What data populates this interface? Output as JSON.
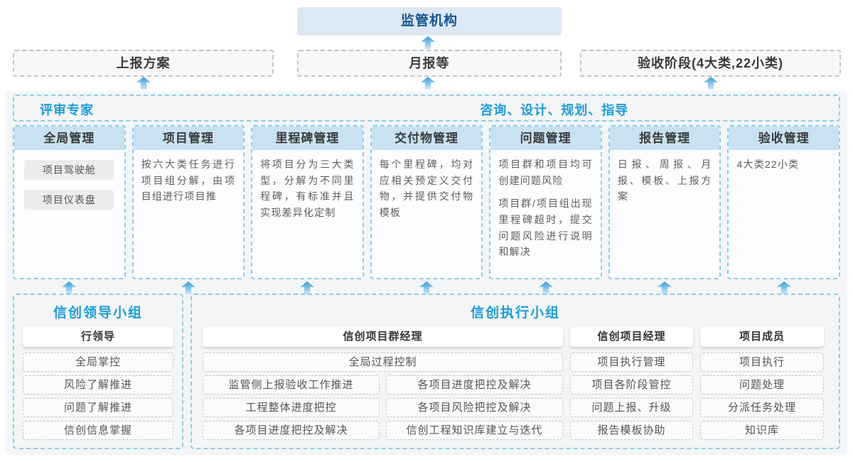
{
  "colors": {
    "accent_blue": "#1e9cd7",
    "regulator_bg": "#dce8f4",
    "regulator_text": "#15568d",
    "module_header_bg": "#c9e2f2",
    "dashed_blue_border": "#8fcbea",
    "arrow_gradient_top": "#3b9ad6",
    "arrow_gradient_bottom": "#cfe9f8"
  },
  "icons": {
    "flow_arrow": "up-arrow"
  },
  "top": {
    "regulator_label": "监管机构",
    "channels": [
      {
        "label": "上报方案"
      },
      {
        "label": "月报等"
      },
      {
        "label": "验收阶段(4大类,22小类)"
      }
    ]
  },
  "platform": {
    "experts_label": "评审专家",
    "advisory_label": "咨询、设计、规划、指导",
    "modules": [
      {
        "title": "全局管理",
        "chips": [
          "项目驾驶舱",
          "项目仪表盘"
        ]
      },
      {
        "title": "项目管理",
        "desc": "按六大类任务进行项目组分解，由项目组进行项目推"
      },
      {
        "title": "里程碑管理",
        "desc": "将项目分为三大类型，分解为不同里程碑，有标准并且实现差异化定制"
      },
      {
        "title": "交付物管理",
        "desc": "每个里程碑，均对应相关预定义交付物，并提供交付物模板"
      },
      {
        "title": "问题管理",
        "desc": "项目群和项目均可创建问题风险",
        "desc2": "项目群/项目组出现里程碑超时，提交问题风险进行说明和解决"
      },
      {
        "title": "报告管理",
        "desc": "日报、周报、月报、模板、上报方案"
      },
      {
        "title": "验收管理",
        "desc": "4大类22小类"
      }
    ]
  },
  "groups": {
    "leadership": {
      "title": "信创领导小组",
      "role": "行领导",
      "items": [
        "全局掌控",
        "风险了解推进",
        "问题了解推进",
        "信创信息掌握"
      ]
    },
    "execution": {
      "title": "信创执行小组",
      "program_manager": {
        "role": "信创项目群经理",
        "full_item": "全局过程控制",
        "left_items": [
          "监管侧上报验收工作推进",
          "工程整体进度把控",
          "各项目进度把控及解决"
        ],
        "right_items": [
          "各项目进度把控及解决",
          "各项目风险把控及解决",
          "信创工程知识库建立与迭代"
        ]
      },
      "project_manager": {
        "role": "信创项目经理",
        "items": [
          "项目执行管理",
          "项目各阶段管控",
          "问题上报、升级",
          "报告模板协助"
        ]
      },
      "members": {
        "role": "项目成员",
        "items": [
          "项目执行",
          "问题处理",
          "分派任务处理",
          "知识库"
        ]
      }
    }
  }
}
